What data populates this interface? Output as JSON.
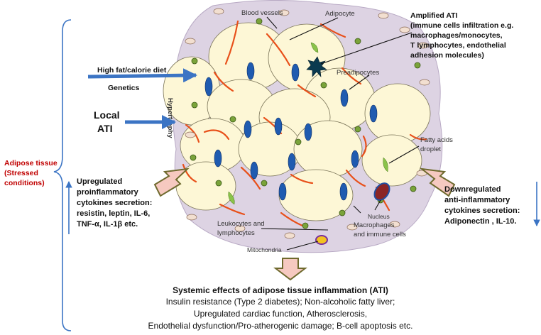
{
  "labels": {
    "blood_vessels": "Blood vessels",
    "adipocyte": "Adipocyte",
    "preadipocytes": "Preadipocytes",
    "fatty_acids": [
      "Fatty acids",
      "droplet"
    ],
    "nucleus": "Nucleus",
    "macrophages": [
      "Macrophages",
      "and immune cells"
    ],
    "leukocytes": [
      "Leukocytes and",
      "lymphocytes"
    ],
    "mitochondria": "Mitochondria",
    "hypertrophy": "Hypertrophy"
  },
  "amplified_ati": [
    "Amplified ATI",
    "(immune cells infiltration e.g.",
    "macrophages/monocytes,",
    "T lymphocytes, endothelial",
    "adhesion molecules)"
  ],
  "inputs": {
    "high_fat": "High fat/calorie diet",
    "genetics": "Genetics",
    "local_ati": [
      "Local",
      "ATI"
    ]
  },
  "adipose_tissue": [
    "Adipose tissue",
    "(Stressed",
    "conditions)"
  ],
  "upregulated": [
    "Upregulated",
    "proinflammatory",
    "cytokines secretion:",
    "resistin, leptin, IL-6,",
    "TNF-α, IL-1β etc."
  ],
  "downregulated": [
    "Downregulated",
    "anti-inflammatory",
    "cytokines secretion:",
    "Adiponectin , IL-10."
  ],
  "systemic": {
    "title": "Systemic effects of adipose tissue inflammation (ATI)",
    "lines": [
      "Insulin resistance (Type 2 diabetes); Non-alcoholic fatty liver;",
      "Upregulated cardiac function, Atherosclerosis,",
      "Endothelial dysfunction/Pro-atherogenic damage; B-cell apoptosis etc."
    ]
  },
  "colors": {
    "tissue": "#ddd3e3",
    "adipocyte": "#fdf7d6",
    "vessel": "#e8501a",
    "blue": "#3b74c4",
    "pink_arrow": "#f6c9c0",
    "arrow_border": "#6f6a2e",
    "red_text": "#c00000"
  }
}
